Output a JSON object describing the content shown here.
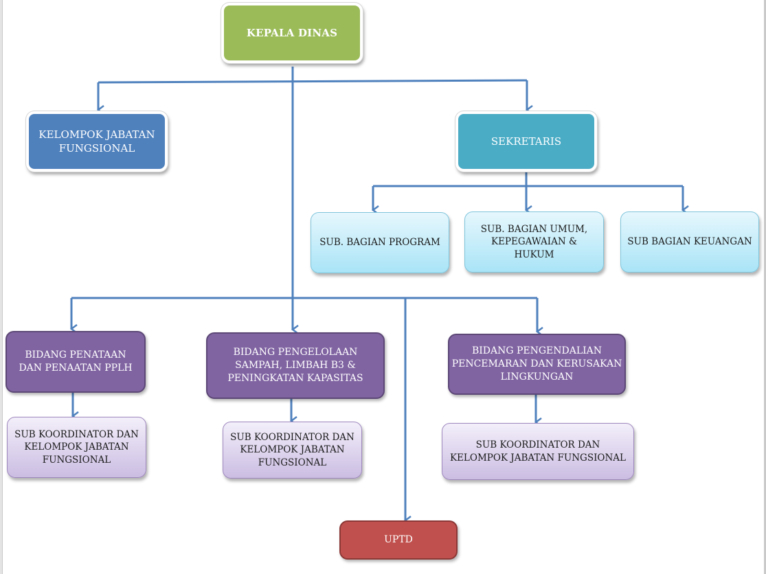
{
  "diagram": {
    "type": "organizational-chart",
    "line_color": "#4f81bd",
    "nodes": {
      "kepala_dinas": {
        "label": "KEPALA DINAS",
        "color": "#9bbb59"
      },
      "kelompok_jabatan_fungsional": {
        "label": "KELOMPOK JABATAN\nFUNGSIONAL",
        "color": "#4f81bd"
      },
      "sekretaris": {
        "label": "SEKRETARIS",
        "color": "#4bacc6"
      },
      "sub_bagian_program": {
        "label": "SUB. BAGIAN PROGRAM",
        "color": "#b7e8f8"
      },
      "sub_bagian_umum": {
        "label": "SUB. BAGIAN UMUM,\nKEPEGAWAIAN &\nHUKUM",
        "color": "#b7e8f8"
      },
      "sub_bagian_keuangan": {
        "label": "SUB BAGIAN KEUANGAN",
        "color": "#b7e8f8"
      },
      "bidang_penataan": {
        "label": "BIDANG PENATAAN\nDAN PENAATAN PPLH",
        "color": "#8064a2"
      },
      "bidang_pengelolaan": {
        "label": "BIDANG PENGELOLAAN\nSAMPAH, LIMBAH B3 &\nPENINGKATAN KAPASITAS",
        "color": "#8064a2"
      },
      "bidang_pengendalian": {
        "label": "BIDANG PENGENDALIAN\nPENCEMARAN DAN KERUSAKAN\nLINGKUNGAN",
        "color": "#8064a2"
      },
      "sub_koordinator_1": {
        "label": "SUB KOORDINATOR DAN\nKELOMPOK JABATAN\nFUNGSIONAL",
        "color": "#ddd3ee"
      },
      "sub_koordinator_2": {
        "label": "SUB KOORDINATOR DAN\nKELOMPOK JABATAN\nFUNGSIONAL",
        "color": "#ddd3ee"
      },
      "sub_koordinator_3": {
        "label": "SUB KOORDINATOR DAN\nKELOMPOK JABATAN FUNGSIONAL",
        "color": "#ddd3ee"
      },
      "uptd": {
        "label": "UPTD",
        "color": "#c0504d"
      }
    },
    "edges": [
      [
        "kepala_dinas",
        "kelompok_jabatan_fungsional"
      ],
      [
        "kepala_dinas",
        "sekretaris"
      ],
      [
        "kepala_dinas",
        "bidang_penataan"
      ],
      [
        "kepala_dinas",
        "bidang_pengelolaan"
      ],
      [
        "kepala_dinas",
        "bidang_pengendalian"
      ],
      [
        "kepala_dinas",
        "uptd"
      ],
      [
        "sekretaris",
        "sub_bagian_program"
      ],
      [
        "sekretaris",
        "sub_bagian_umum"
      ],
      [
        "sekretaris",
        "sub_bagian_keuangan"
      ],
      [
        "bidang_penataan",
        "sub_koordinator_1"
      ],
      [
        "bidang_pengelolaan",
        "sub_koordinator_2"
      ],
      [
        "bidang_pengendalian",
        "sub_koordinator_3"
      ]
    ]
  }
}
